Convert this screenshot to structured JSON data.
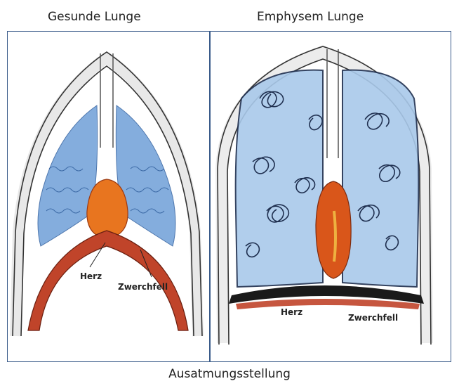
{
  "diagram": {
    "title_left": "Gesunde Lunge",
    "title_right": "Emphysem Lunge",
    "caption": "Ausatmungsstellung",
    "left_panel": {
      "label_heart": "Herz",
      "label_diaphragm": "Zwerchfell"
    },
    "right_panel": {
      "label_heart": "Herz",
      "label_diaphragm": "Zwerchfell"
    }
  },
  "colors": {
    "lung_blue": "#6f9fd8",
    "lung_blue_light": "#a9c9ea",
    "heart_orange": "#e8751f",
    "diaphragm_red": "#c0442a",
    "frame": "#3a5b8a"
  }
}
